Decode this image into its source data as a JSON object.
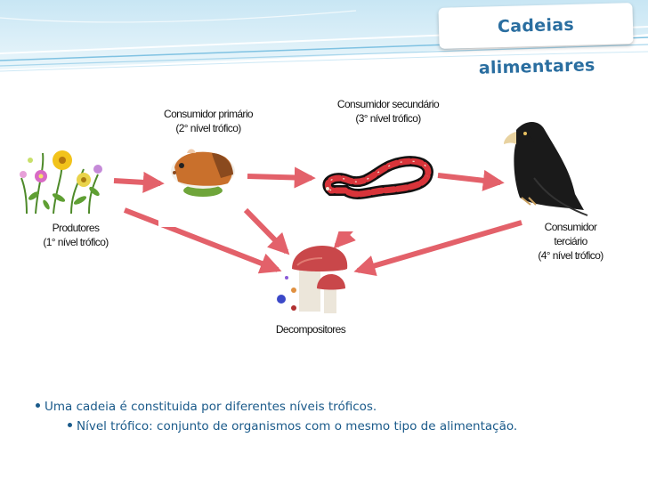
{
  "title": "Cadeias alimentares",
  "nodes": {
    "produtores": {
      "line1": "Produtores",
      "line2": "(1° nível trófico)"
    },
    "consumidor_primario": {
      "line1": "Consumidor primário",
      "line2": "(2° nível trófico)"
    },
    "consumidor_secundario": {
      "line1": "Consumidor secundário",
      "line2": "(3° nível trófico)"
    },
    "consumidor_terciario": {
      "line1": "Consumidor",
      "line2": "terciário",
      "line3": "(4° nível trófico)"
    },
    "decompositores": {
      "line1": "Decompositores"
    }
  },
  "icons": {
    "produtores": "flowers-icon",
    "consumidor_primario": "guinea-pig-icon",
    "consumidor_secundario": "snake-icon",
    "consumidor_terciario": "hawk-icon",
    "decompositores": "mushroom-icon"
  },
  "colors": {
    "title": "#2a6ea0",
    "arrow": "#e0505a",
    "header": "#9fd0e8",
    "bullet_text": "#1a5a8a"
  },
  "bullets": [
    "Uma cadeia é constituida por diferentes níveis tróficos.",
    "Nível trófico: conjunto de organismos com o mesmo tipo de alimentação."
  ]
}
